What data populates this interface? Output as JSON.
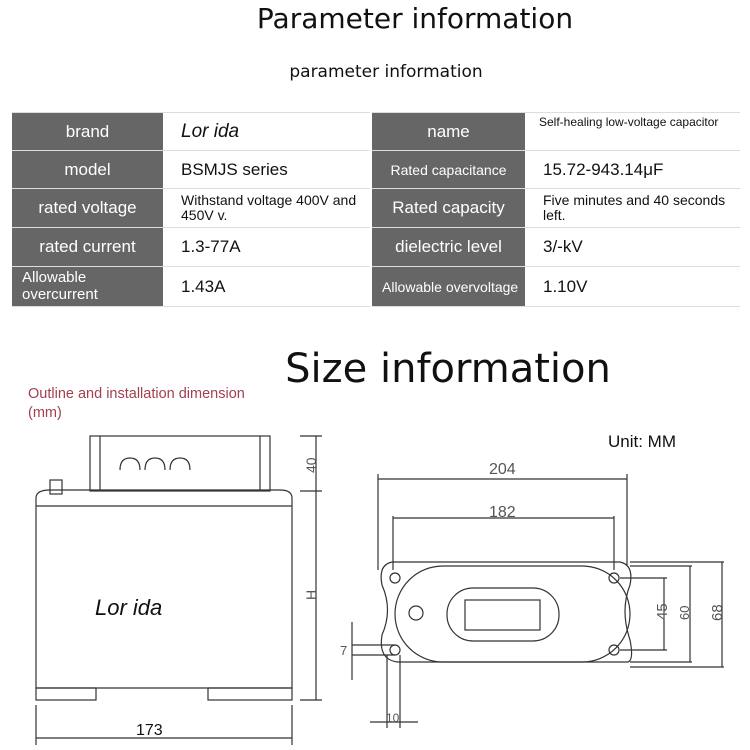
{
  "title": "Parameter information",
  "subtitle": "parameter information",
  "params_left": [
    {
      "label": "brand",
      "value": "Lor ida"
    },
    {
      "label": "model",
      "value": "BSMJS series"
    },
    {
      "label": "rated voltage",
      "value": "Withstand voltage 400V and 450V v."
    },
    {
      "label": "rated current",
      "value": "1.3-77A"
    },
    {
      "label": "Allowable overcurrent",
      "value": "1.43A"
    }
  ],
  "params_right": [
    {
      "label": "name",
      "value": "Self-healing low-voltage capacitor"
    },
    {
      "label": "Rated capacitance",
      "value": "15.72-943.14μF"
    },
    {
      "label": "Rated capacity",
      "value": "Five minutes and 40 seconds left."
    },
    {
      "label": "dielectric level",
      "value": "3/-kV"
    },
    {
      "label": "Allowable overvoltage",
      "value": "1.10V"
    }
  ],
  "size_title": "Size information",
  "outline_caption": "Outline and installation dimension (mm)",
  "unit": "Unit: MM",
  "drawing_front": {
    "brand": "Lor ida",
    "dim_top": "40",
    "dim_height": "H",
    "dim_width": "173"
  },
  "drawing_top": {
    "dim_outer_width": "204",
    "dim_inner_width": "182",
    "dim_hole_spacing": "45",
    "dim_mid": "60",
    "dim_outer_height": "68",
    "dim_hole_dia": "7",
    "dim_edge": "10"
  }
}
